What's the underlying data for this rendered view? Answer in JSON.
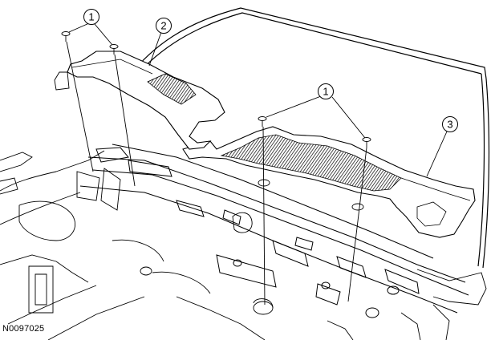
{
  "figure": {
    "id": "N0097025"
  },
  "callouts": [
    {
      "label": "1"
    },
    {
      "label": "2"
    },
    {
      "label": "1"
    },
    {
      "label": "3"
    }
  ]
}
